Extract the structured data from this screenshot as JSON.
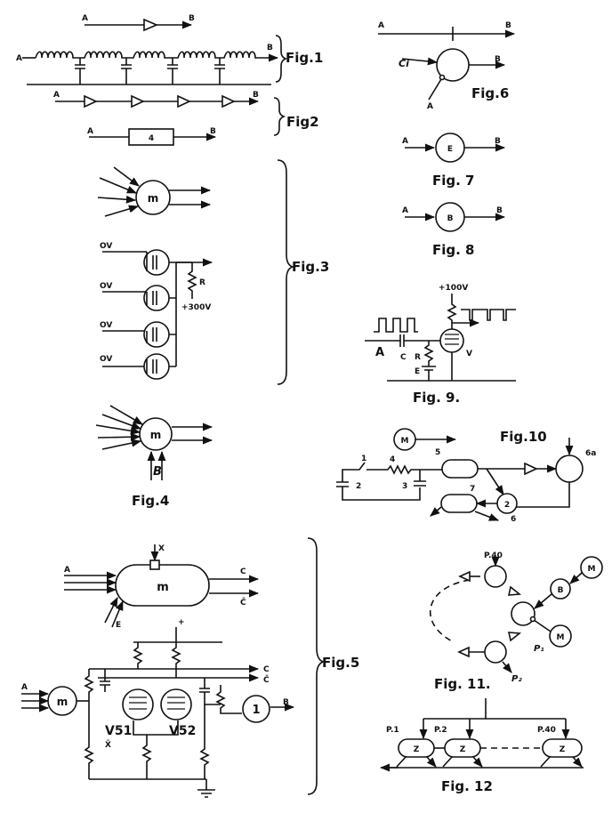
{
  "captions": {
    "fig1": "Fig.1",
    "fig2": "Fig2",
    "fig3": "Fig.3",
    "fig4": "Fig.4",
    "fig5": "Fig.5",
    "fig6": "Fig.6",
    "fig7": "Fig. 7",
    "fig8": "Fig. 8",
    "fig9": "Fig. 9.",
    "fig10": "Fig.10",
    "fig11": "Fig. 11.",
    "fig12": "Fig. 12"
  },
  "labels": {
    "a": "A",
    "b": "B",
    "ci": "Ci",
    "e": "E",
    "m": "m",
    "M": "M",
    "four": "4",
    "one": "1",
    "two": "2",
    "three": "3",
    "five": "5",
    "six": "6",
    "six_a": "6a",
    "seven": "7",
    "ov": "OV",
    "r": "R",
    "plus300": "+300V",
    "plus100": "+100V",
    "c": "C",
    "cbar": "C̄",
    "x": "X",
    "xbar": "X̄",
    "v": "V",
    "v51": "V51",
    "v52": "V52",
    "plus": "+",
    "p1": "P.1",
    "p2": "P.2",
    "p40": "P.40",
    "p_1": "P₁",
    "p_2": "P₂",
    "z": "Z"
  }
}
